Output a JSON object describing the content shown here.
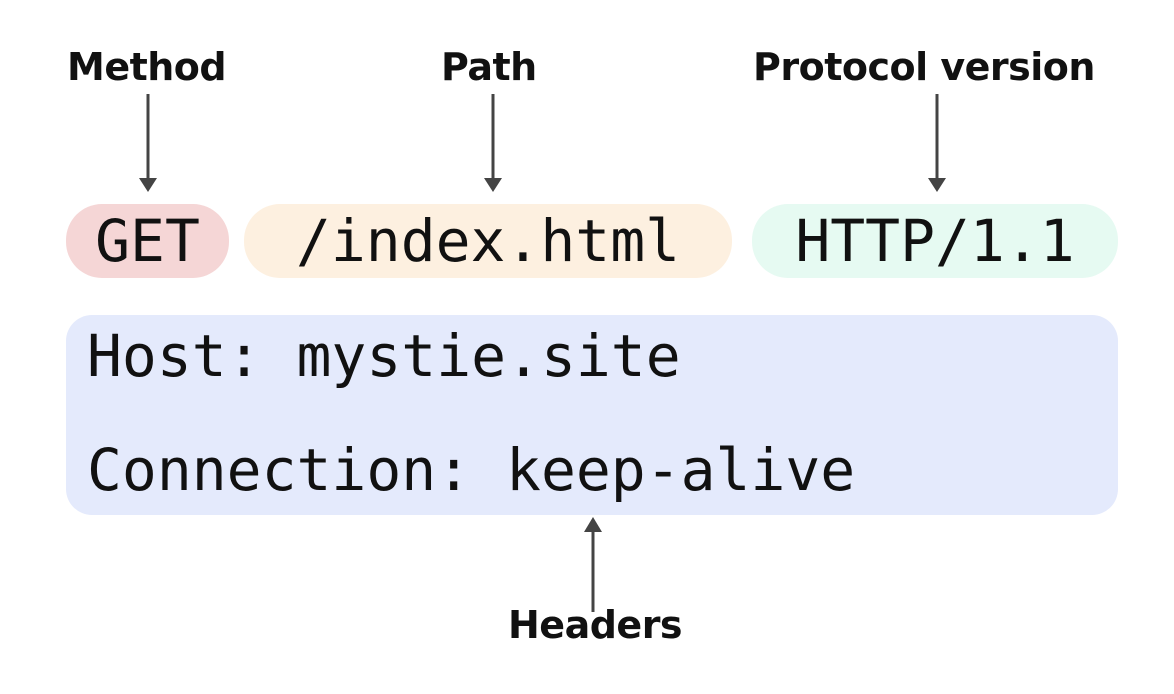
{
  "labels": {
    "method": "Method",
    "path": "Path",
    "protocol": "Protocol version",
    "headers": "Headers"
  },
  "request_line": {
    "method": "GET",
    "path": "/index.html",
    "protocol": "HTTP/1.1"
  },
  "headers": [
    "Host: mystie.site",
    "Connection: keep-alive"
  ],
  "colors": {
    "method_bg": "#f5d6d6",
    "path_bg": "#fdf0e0",
    "protocol_bg": "#e6faf2",
    "headers_bg": "#e4eafc",
    "arrow": "#444444",
    "text": "#111111"
  }
}
